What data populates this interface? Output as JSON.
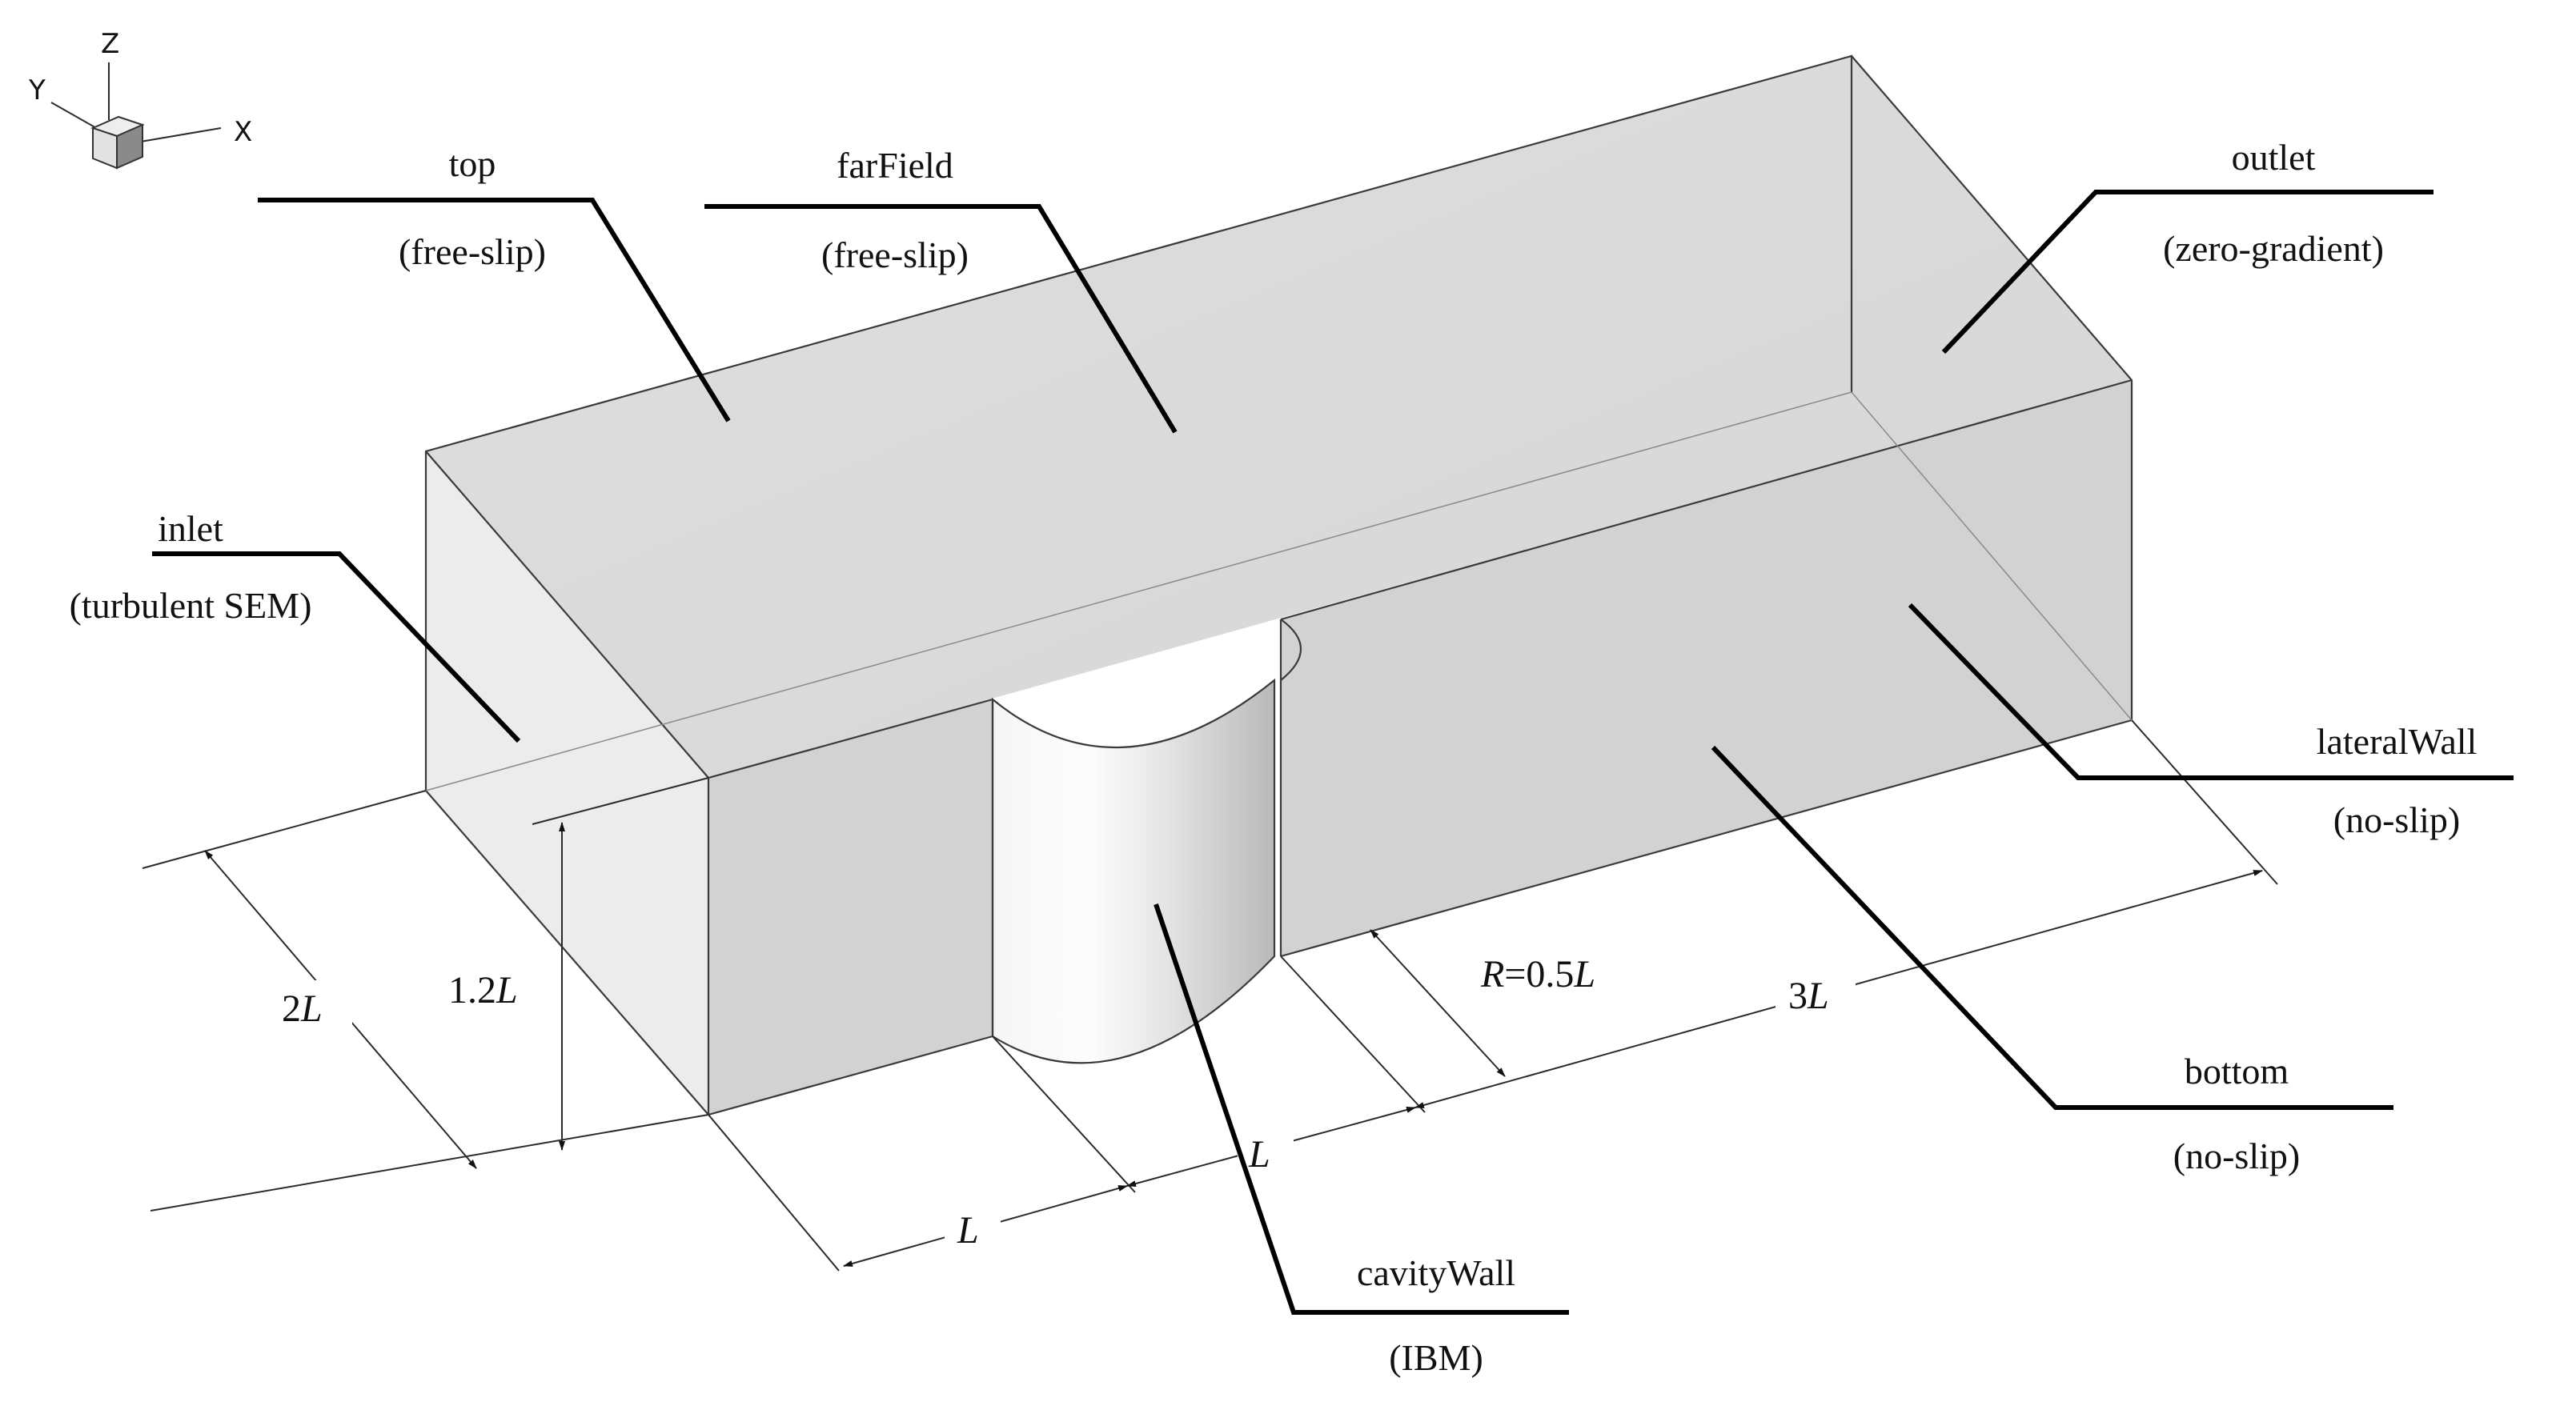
{
  "axes": {
    "x": "X",
    "y": "Y",
    "z": "Z"
  },
  "boundaries": {
    "top": {
      "name": "top",
      "condition": "(free-slip)"
    },
    "far_field": {
      "name": "farField",
      "condition": "(free-slip)"
    },
    "outlet": {
      "name": "outlet",
      "condition": "(zero-gradient)"
    },
    "inlet": {
      "name": "inlet",
      "condition": "(turbulent SEM)"
    },
    "lateral_wall": {
      "name": "lateralWall",
      "condition": "(no-slip)"
    },
    "bottom": {
      "name": "bottom",
      "condition": "(no-slip)"
    },
    "cavity_wall": {
      "name": "cavityWall",
      "condition": "(IBM)"
    }
  },
  "dimensions": {
    "width": {
      "num": "2",
      "unit": "L"
    },
    "height": {
      "num": "1.2",
      "unit": "L"
    },
    "upstream": {
      "num": "",
      "unit": "L"
    },
    "diameter": {
      "num": "",
      "unit": "L"
    },
    "radius": {
      "var": "R",
      "eq": "=0.5",
      "unit": "L"
    },
    "downstream": {
      "num": "3",
      "unit": "L"
    }
  },
  "colors": {
    "top_face": "#d9d9d9",
    "front_face": "#d2d2d2",
    "inlet_face": "#ececec",
    "back_wall": "#dcdcdc",
    "outlet_face": "#e8e8e8",
    "cavity_light": "#fbfbfb",
    "cavity_dark": "#bdbdbd",
    "leader": "#000000"
  }
}
